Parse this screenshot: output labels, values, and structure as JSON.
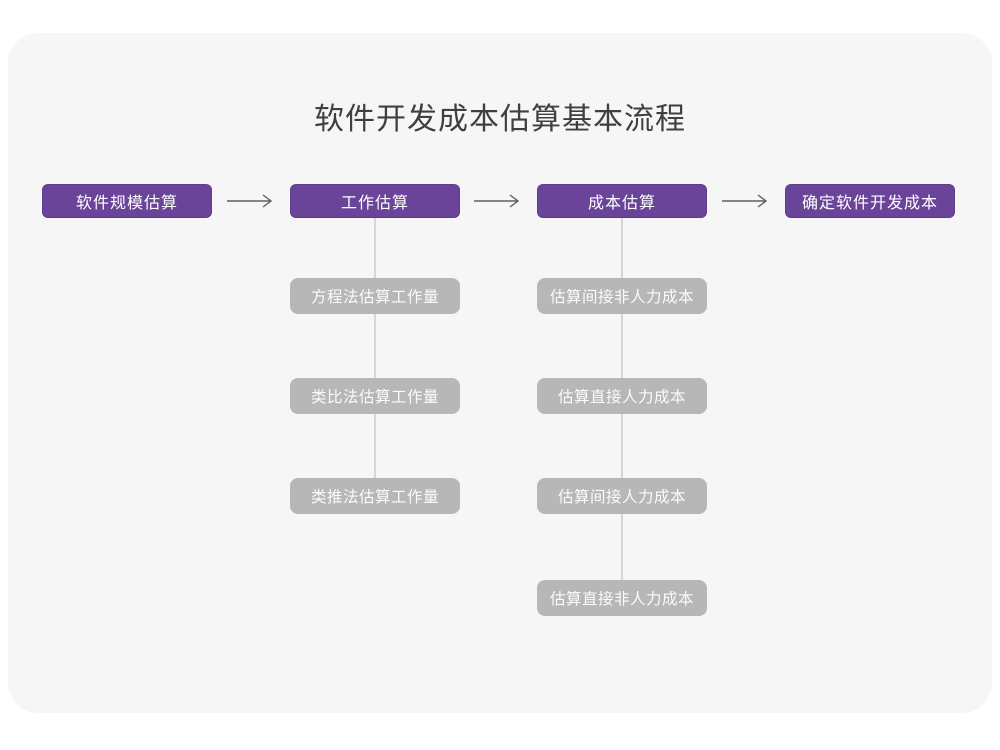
{
  "title": "软件开发成本估算基本流程",
  "flow": {
    "stages": [
      {
        "label": "软件规模估算"
      },
      {
        "label": "工作估算",
        "children": [
          "方程法估算工作量",
          "类比法估算工作量",
          "类推法估算工作量"
        ]
      },
      {
        "label": "成本估算",
        "children": [
          "估算间接非人力成本",
          "估算直接人力成本",
          "估算间接人力成本",
          "估算直接非人力成本"
        ]
      },
      {
        "label": "确定软件开发成本"
      }
    ]
  },
  "colors": {
    "card_bg": "#F6F6F7",
    "stage_bg": "#6A4499",
    "stage_border": "#5E3D8C",
    "sub_bg": "#B7B7B7",
    "connector": "#CBCBCB",
    "arrow": "#5F5F5F",
    "title_color": "#3F3F3F"
  }
}
